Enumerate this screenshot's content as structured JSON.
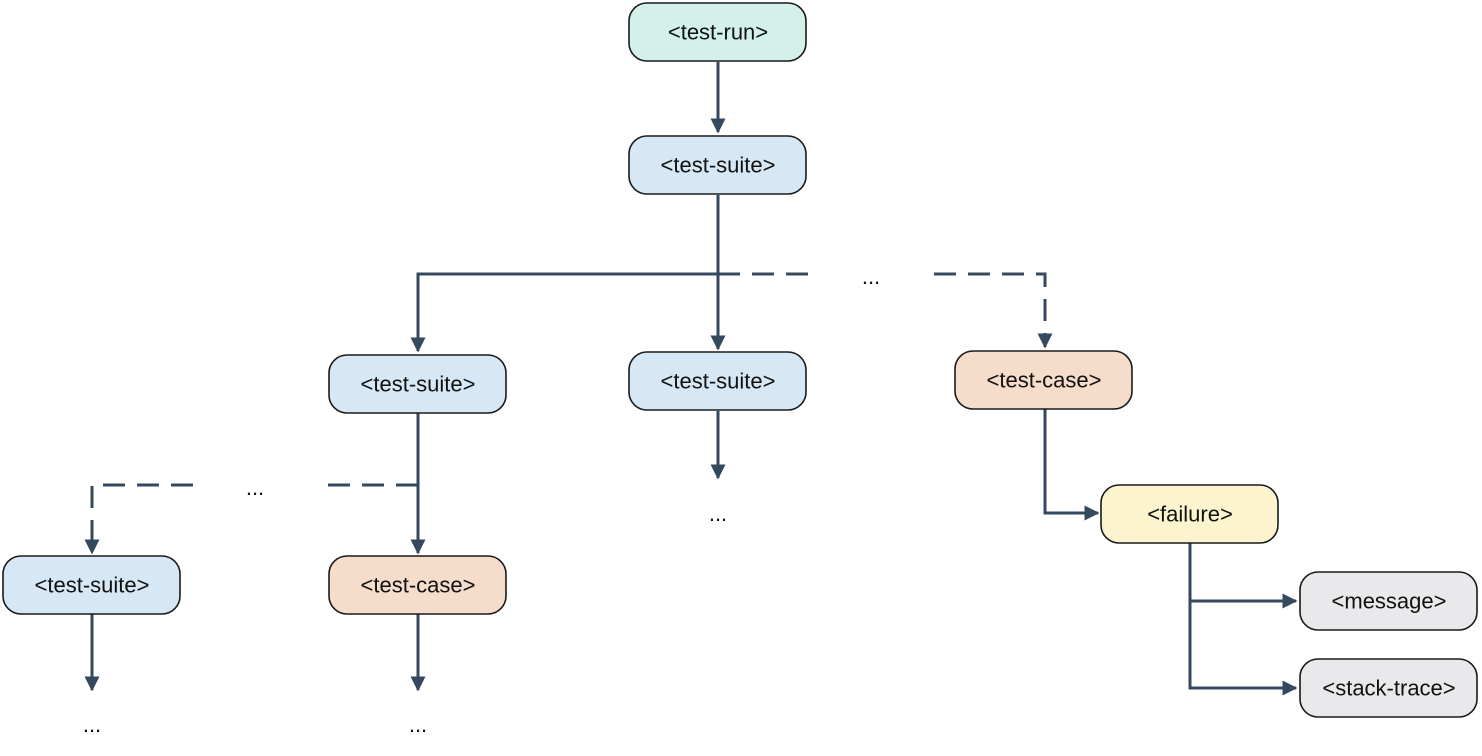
{
  "colors": {
    "edge": "#34495e",
    "run_fill": "#d3f1ea",
    "suite_fill": "#d6e8f5",
    "case_fill": "#f6dccb",
    "failure_fill": "#fbf4cf",
    "leaf_fill": "#e9e9ec",
    "border": "#1a1a1a"
  },
  "nodes": {
    "test_run": {
      "label": "<test-run>",
      "kind": "run"
    },
    "suite_root": {
      "label": "<test-suite>",
      "kind": "suite"
    },
    "suite_left": {
      "label": "<test-suite>",
      "kind": "suite"
    },
    "suite_mid": {
      "label": "<test-suite>",
      "kind": "suite"
    },
    "case_right": {
      "label": "<test-case>",
      "kind": "case"
    },
    "failure": {
      "label": "<failure>",
      "kind": "failure"
    },
    "suite_far_left": {
      "label": "<test-suite>",
      "kind": "suite"
    },
    "case_left": {
      "label": "<test-case>",
      "kind": "case"
    },
    "message": {
      "label": "<message>",
      "kind": "leaf"
    },
    "stack_trace": {
      "label": "<stack-trace>",
      "kind": "leaf"
    }
  },
  "ellipses": {
    "root_siblings": "...",
    "left_siblings": "...",
    "mid_children": "...",
    "far_left_children": "...",
    "case_left_children": "..."
  }
}
